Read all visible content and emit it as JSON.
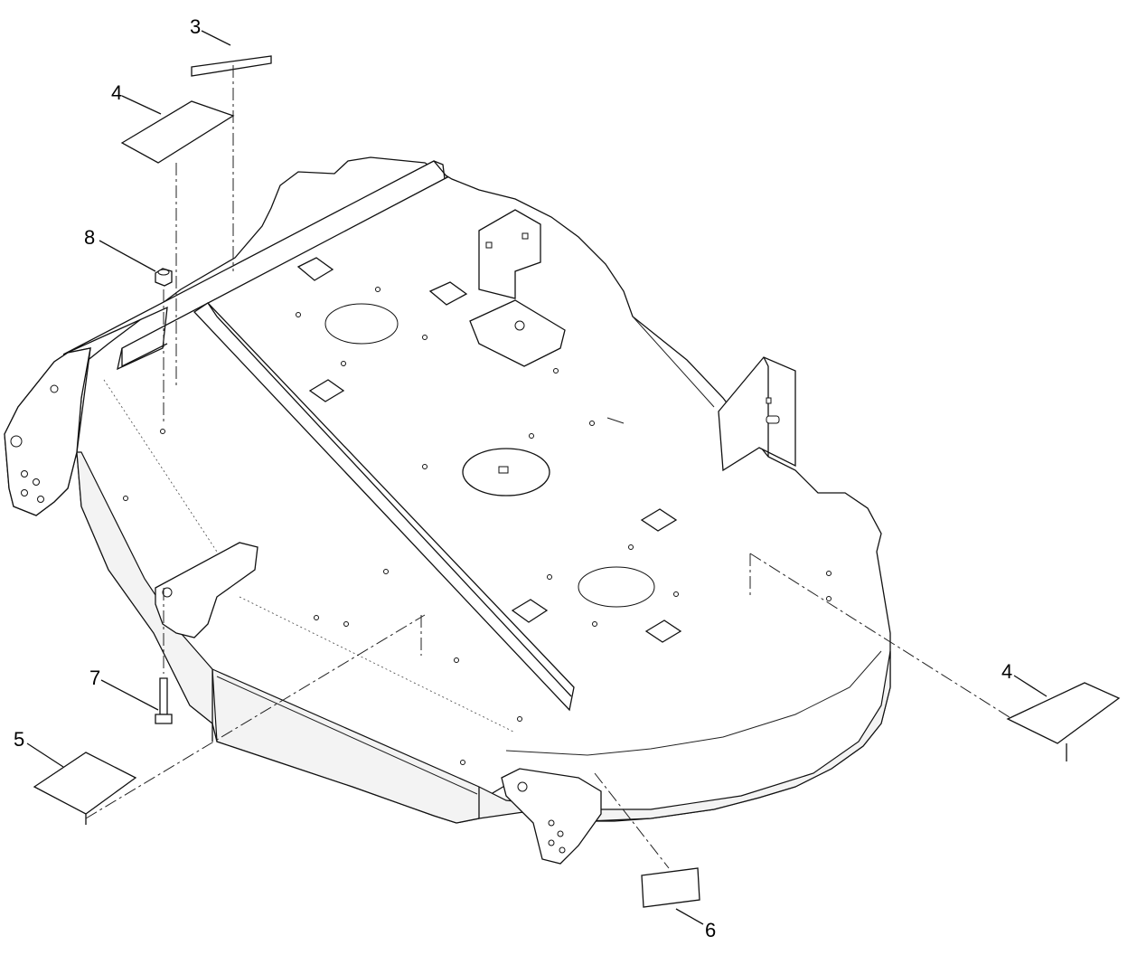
{
  "callouts": [
    {
      "id": "3",
      "label": "3"
    },
    {
      "id": "4a",
      "label": "4"
    },
    {
      "id": "8",
      "label": "8"
    },
    {
      "id": "7",
      "label": "7"
    },
    {
      "id": "5",
      "label": "5"
    },
    {
      "id": "4b",
      "label": "4"
    },
    {
      "id": "6",
      "label": "6"
    }
  ]
}
